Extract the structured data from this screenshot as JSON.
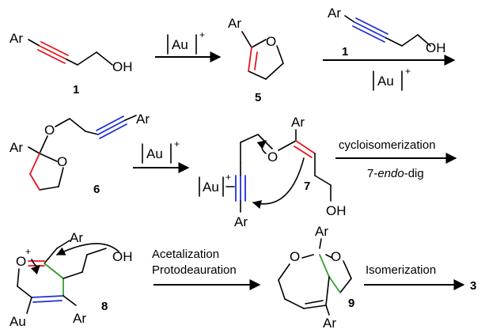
{
  "colors": {
    "highlight_red": "#e8141b",
    "highlight_blue": "#1f2fd6",
    "highlight_green": "#33a02c",
    "ink": "#000000"
  },
  "catalyst": {
    "label": "Au",
    "charge": "+"
  },
  "atoms": {
    "aryl": "Ar",
    "hydroxyl": "OH",
    "oxygen": "O",
    "oxonium_charge": "+"
  },
  "compounds": {
    "c1": "1",
    "c5": "5",
    "c6": "6",
    "c7": "7",
    "c8": "8",
    "c9": "9",
    "c3": "3"
  },
  "conditions": {
    "cyclo": "cycloisomerization",
    "endo_prefix": "7-",
    "endo_italic": "endo",
    "endo_suffix": "-dig",
    "acetalization": "Acetalization",
    "protodeauration": "Protodeauration",
    "isomerization": "Isomerization"
  }
}
